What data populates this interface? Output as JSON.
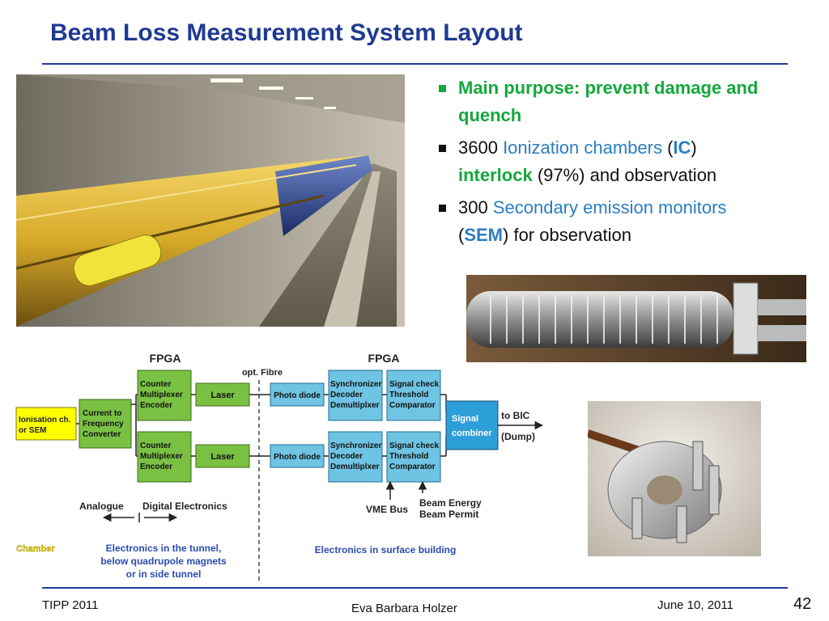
{
  "slide": {
    "title": "Beam Loss Measurement System Layout",
    "colors": {
      "title": "#1f3a93",
      "green": "#14a83c",
      "blue": "#2a7ec1",
      "box_green": "#7ac143",
      "box_blue": "#6fc3e3",
      "box_blue_dark": "#2d9fd8",
      "box_yellow": "#ffff00"
    }
  },
  "bullets": [
    {
      "text": "Main purpose: prevent damage and quench"
    },
    {
      "parts": [
        "3600 ",
        "Ionization chambers",
        " (",
        "IC",
        ")",
        "interlock",
        " (97%) and observation"
      ]
    },
    {
      "parts": [
        "300 ",
        "Secondary emission monitors",
        " (",
        "SEM",
        ") for observation"
      ]
    }
  ],
  "photos": {
    "tunnel": "lhc-tunnel-photo",
    "chamber": "ionization-chamber-photo",
    "sem": "secondary-emission-monitor-photo"
  },
  "diagram": {
    "fpga_left": "FPGA",
    "fpga_right": "FPGA",
    "opt_fibre": "opt. Fibre",
    "ion_box": [
      "Ionisation ch.",
      "or SEM"
    ],
    "cfc_box": [
      "Current to",
      "Frequency",
      "Converter"
    ],
    "cme_box": [
      "Counter",
      "Multiplexer",
      "Encoder"
    ],
    "laser": "Laser",
    "photo_diode": "Photo diode",
    "sdd_box": [
      "Synchronizer",
      "Decoder",
      "Demultiplxer"
    ],
    "stc_box": [
      "Signal check",
      "Threshold",
      "Comparator"
    ],
    "combiner_box": [
      "Signal",
      "combiner"
    ],
    "to_bic": "to BIC",
    "dump": "(Dump)",
    "analogue": "Analogue",
    "digital": "Digital Electronics",
    "vme_bus": "VME Bus",
    "beam_energy": [
      "Beam Energy",
      "Beam Permit"
    ],
    "chamber_label": "Chamber",
    "tunnel_label": [
      "Electronics in the tunnel,",
      "below quadrupole magnets",
      "or in side tunnel"
    ],
    "surface_label": "Electronics in surface building"
  },
  "footer": {
    "left": "TIPP 2011",
    "center": "Eva Barbara Holzer",
    "right": "June 10, 2011",
    "page": "42"
  }
}
